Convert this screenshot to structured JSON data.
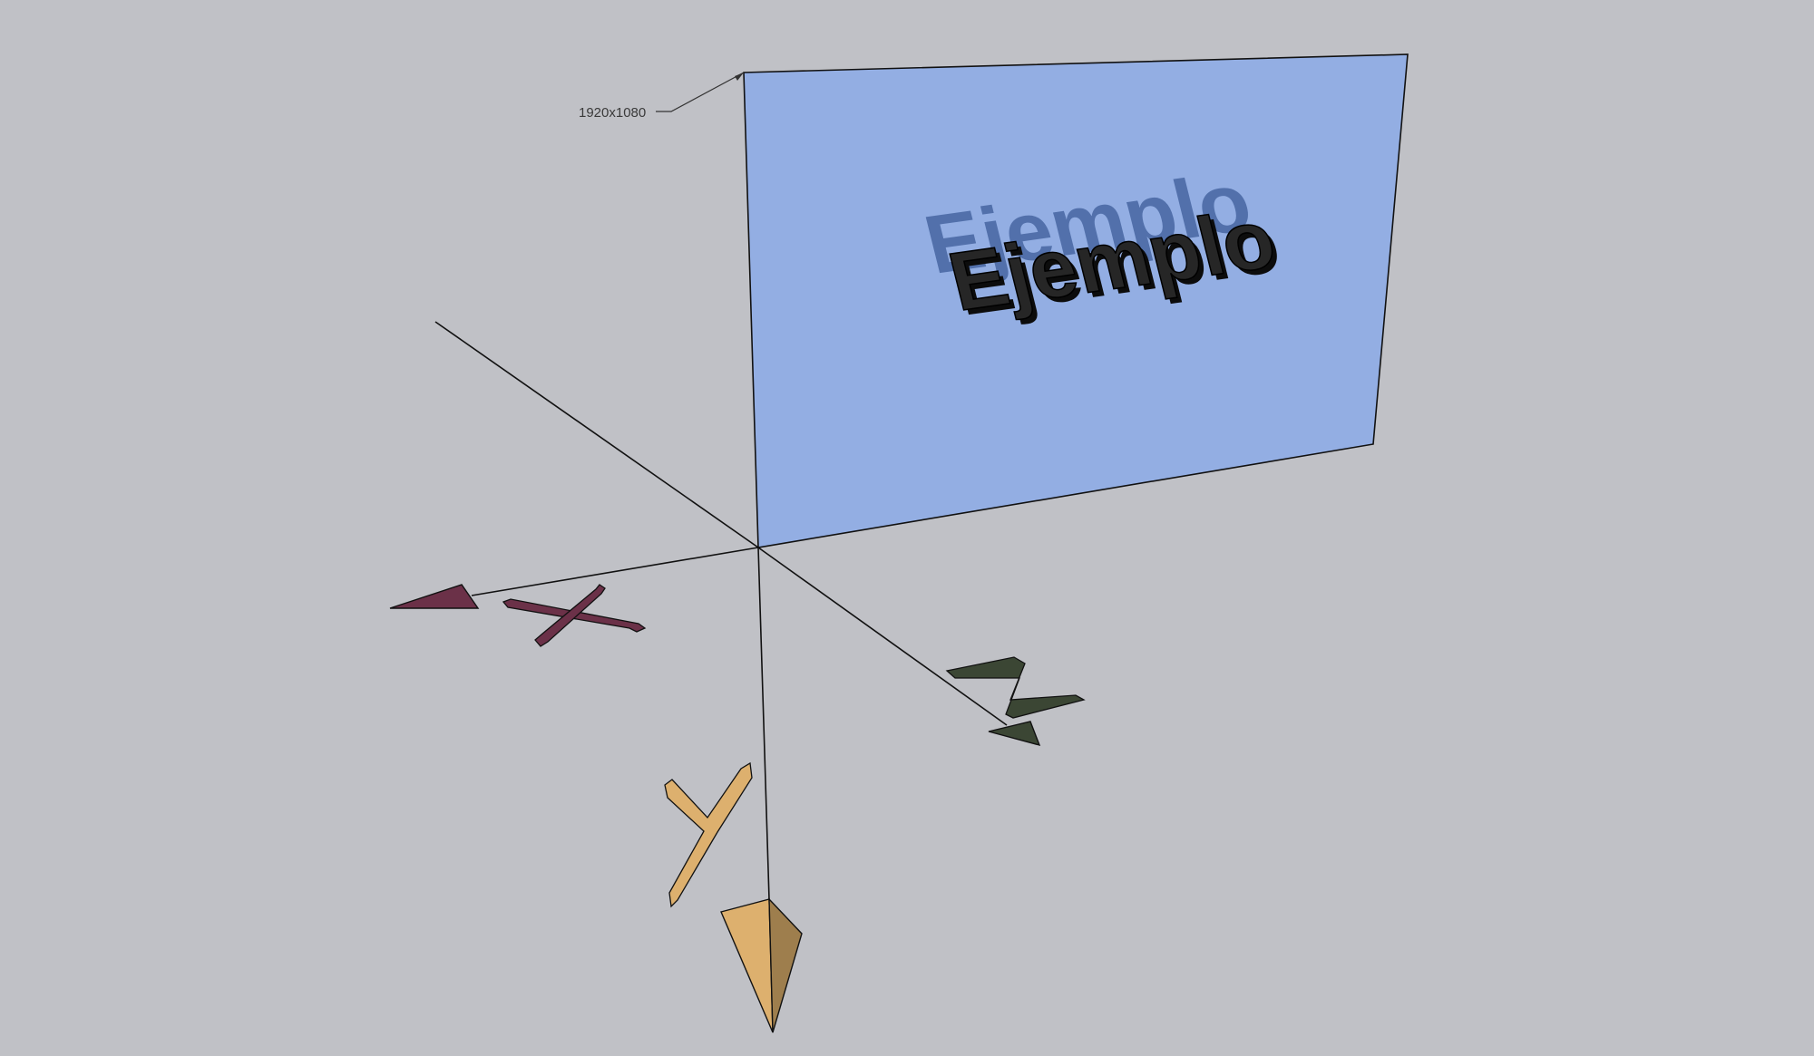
{
  "scene": {
    "background_color": "#c0c1c6",
    "screen_plane": {
      "dimension_label": "1920x1080",
      "fill_color": "#93aee3",
      "sample_text": "Ejemplo"
    },
    "axes": [
      {
        "name": "X",
        "label": "X",
        "color": "#6b3148"
      },
      {
        "name": "Y",
        "label": "Y",
        "color": "#ddb06e"
      },
      {
        "name": "Z",
        "label": "Z",
        "color": "#3b4634"
      }
    ]
  }
}
